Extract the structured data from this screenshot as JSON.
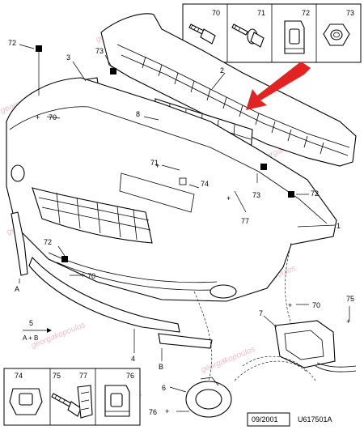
{
  "colors": {
    "arrow": "#e32222",
    "watermark": "#e9a6b8",
    "line": "#000000"
  },
  "top_inset": {
    "labels": [
      "70",
      "71",
      "72",
      "73"
    ],
    "icons": [
      "screw-icon",
      "screw-washer-icon",
      "clip-nut-icon",
      "hex-nut-icon"
    ]
  },
  "bottom_inset": {
    "labels": [
      "74",
      "75",
      "77",
      "76"
    ],
    "icons": [
      "clip-icon",
      "screw-icon",
      "spring-clip-icon",
      "clip-nut-icon"
    ]
  },
  "callouts": {
    "c1": "1",
    "c2": "2",
    "c3": "3",
    "c4": "4",
    "c5": "5",
    "c5b": "A + B",
    "c6": "6",
    "c7": "7",
    "c8": "8",
    "c70a": "70",
    "c70b": "70",
    "c70c": "70",
    "c71": "71",
    "c72a": "72",
    "c72b": "72",
    "c72c": "72",
    "c73a": "73",
    "c73b": "73",
    "c74": "74",
    "c75": "75",
    "c76": "76",
    "c77": "77",
    "cA": "A",
    "cB": "B"
  },
  "footer": {
    "date": "09/2001",
    "code": "U617501A"
  },
  "watermark": "georgakopoulos"
}
